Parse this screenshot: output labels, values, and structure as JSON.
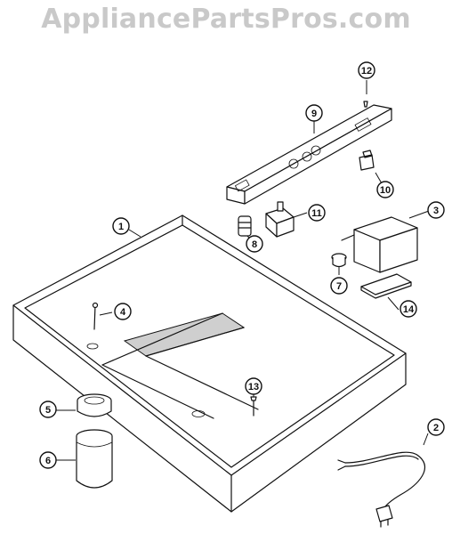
{
  "watermark": "AppliancePartsPros.com",
  "callouts": [
    {
      "num": "1"
    },
    {
      "num": "2"
    },
    {
      "num": "3"
    },
    {
      "num": "4"
    },
    {
      "num": "5"
    },
    {
      "num": "6"
    },
    {
      "num": "7"
    },
    {
      "num": "8"
    },
    {
      "num": "9"
    },
    {
      "num": "10"
    },
    {
      "num": "11"
    },
    {
      "num": "12"
    },
    {
      "num": "13"
    },
    {
      "num": "14"
    }
  ]
}
